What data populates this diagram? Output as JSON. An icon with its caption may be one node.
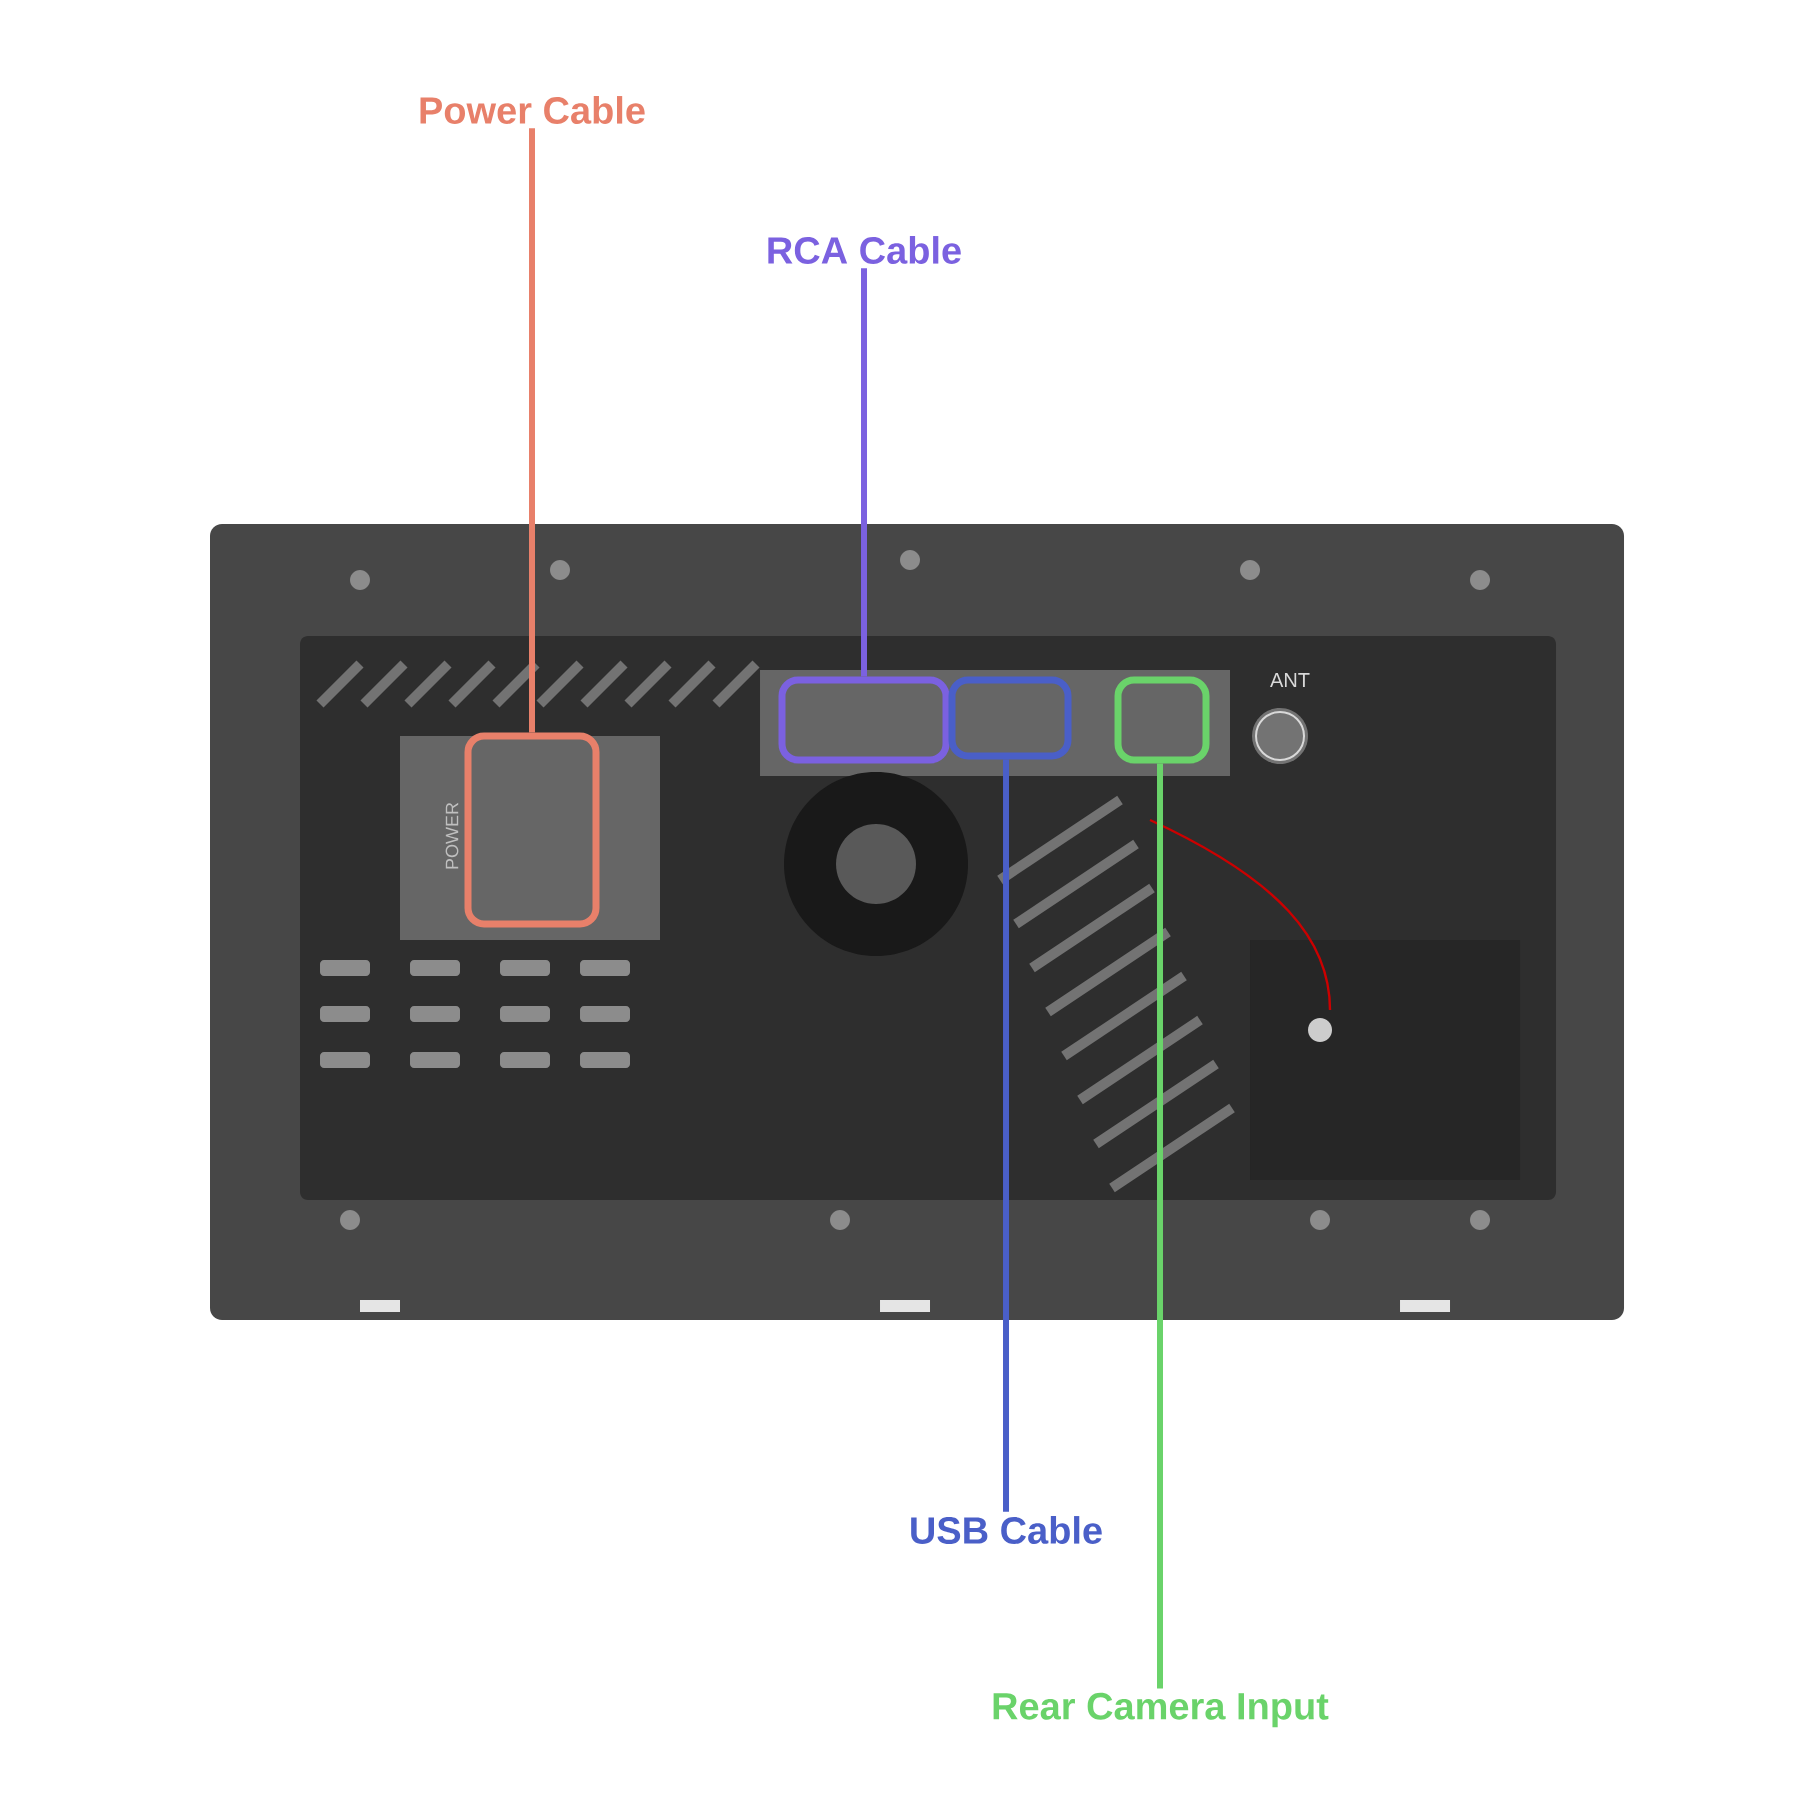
{
  "diagram": {
    "nodes": [
      {
        "text": [
          "Power Cable"
        ]
      },
      {
        "text": [
          "RCA Cable"
        ]
      },
      {
        "text": [
          "USB Cable"
        ]
      },
      {
        "text": [
          "Rear Camera Input"
        ]
      },
      {
        "text": [],
        "shape": "box",
        "beside": [
          "POWER"
        ]
      },
      {
        "text": [],
        "shape": "box"
      },
      {
        "text": [],
        "shape": "box"
      },
      {
        "text": [],
        "shape": "box"
      }
    ],
    "edges": [
      {
        "from": 0,
        "to": 4,
        "arrow": "none",
        "color": "#e8806a"
      },
      {
        "from": 1,
        "to": 5,
        "arrow": "none",
        "color": "#7b61e0"
      },
      {
        "from": 2,
        "to": 6,
        "arrow": "none",
        "color": "#4a5fc8"
      },
      {
        "from": 3,
        "to": 7,
        "arrow": "none",
        "color": "#6ad36a"
      }
    ],
    "labels": [
      "ANT"
    ]
  }
}
